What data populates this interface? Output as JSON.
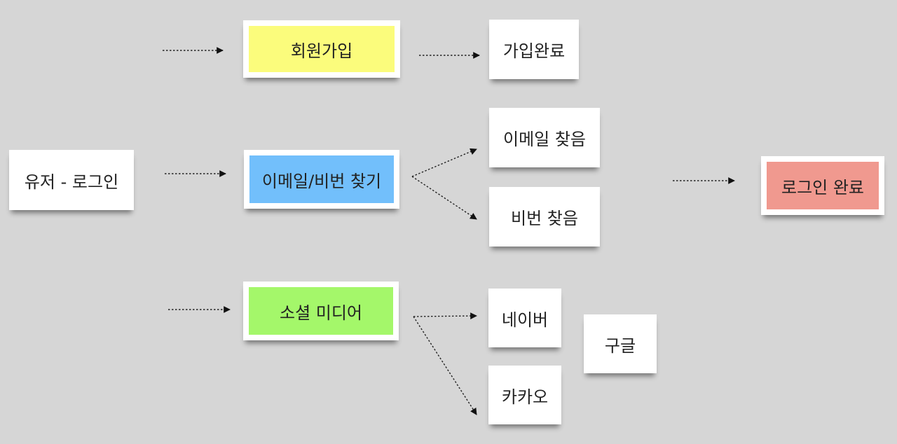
{
  "nodes": {
    "user_login": {
      "label": "유저 - 로그인"
    },
    "signup": {
      "label": "회원가입",
      "fill": "#fbfc7c"
    },
    "signup_done": {
      "label": "가입완료"
    },
    "find_email_pw": {
      "label": "이메일/비번 찾기",
      "fill": "#72bffb"
    },
    "email_found": {
      "label": "이메일 찾음"
    },
    "pw_found": {
      "label": "비번 찾음"
    },
    "login_done": {
      "label": "로그인 완료",
      "fill": "#f0998f"
    },
    "social_media": {
      "label": "소셜 미디어",
      "fill": "#a4f76a"
    },
    "naver": {
      "label": "네이버"
    },
    "kakao": {
      "label": "카카오"
    },
    "google": {
      "label": "구글"
    }
  },
  "edges": [
    "user_login → signup",
    "user_login → find_email_pw",
    "user_login → social_media",
    "signup → signup_done",
    "find_email_pw → email_found",
    "find_email_pw → pw_found",
    "email_found / pw_found → login_done",
    "social_media → naver",
    "social_media → kakao"
  ]
}
